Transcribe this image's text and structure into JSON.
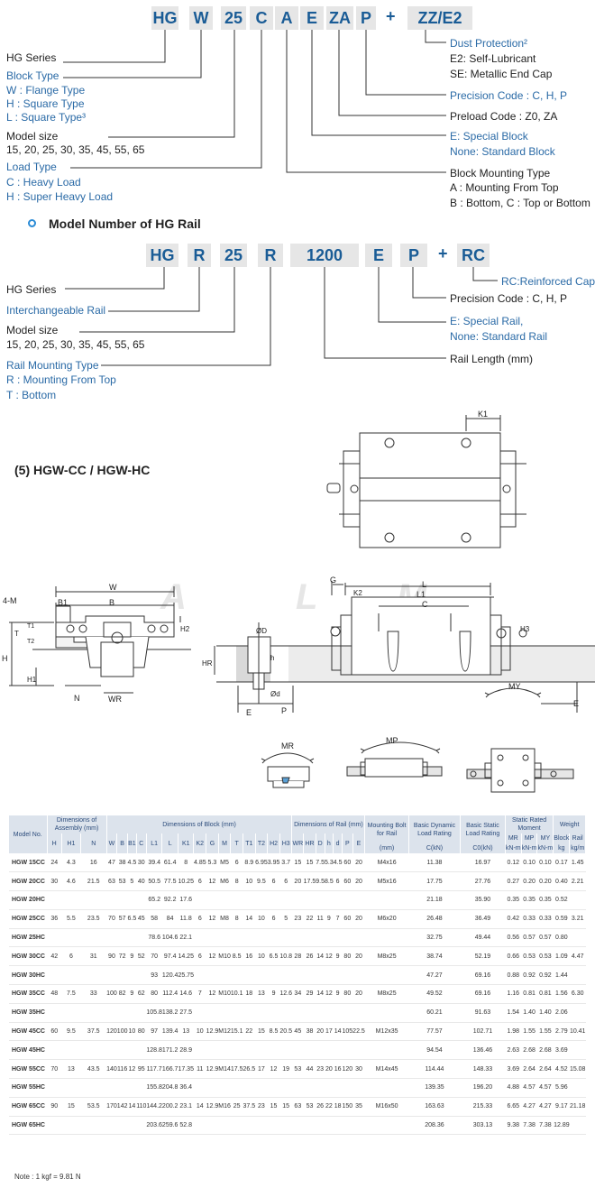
{
  "block_code": {
    "segments": [
      "HG",
      "W",
      "25",
      "C",
      "A",
      "E",
      "ZA",
      "P",
      "+",
      "ZZ/E2"
    ],
    "left_labels": {
      "series": "HG Series",
      "block_type_title": "Block  Type",
      "block_type_w": "W : Flange  Type",
      "block_type_h": "H : Square Type",
      "block_type_l": "L : Square Type³",
      "model_size_title": "Model size",
      "model_size_values": "15, 20, 25, 30, 35, 45, 55, 65",
      "load_type_title": "Load Type",
      "load_c": "C : Heavy Load",
      "load_h": "H : Super Heavy Load"
    },
    "right_labels": {
      "dust_title": "Dust Protection²",
      "dust_e2": "E2: Self-Lubricant",
      "dust_se": "SE: Metallic End Cap",
      "precision": "Precision Code : C, H, P",
      "preload": "Preload Code : Z0, ZA",
      "special_e": "E: Special Block",
      "special_none": "None: Standard Block",
      "mount_title": "Block Mounting Type",
      "mount_a": "A : Mounting From Top",
      "mount_bc": "B : Bottom, C : Top or Bottom"
    }
  },
  "rail_heading": "Model Number of HG Rail",
  "rail_code": {
    "segments": [
      "HG",
      "R",
      "25",
      "R",
      "1200",
      "E",
      "P",
      "+",
      "RC"
    ],
    "left_labels": {
      "series": "HG Series",
      "interchangeable": "Interchangeable Rail",
      "model_size_title": "Model size",
      "model_size_values": "15, 20, 25, 30, 35, 45, 55, 65",
      "mounting_title": "Rail Mounting Type",
      "mounting_r": "R : Mounting From Top",
      "mounting_t": "T : Bottom"
    },
    "right_labels": {
      "rc": "RC:Reinforced Cap",
      "precision": "Precision Code : C, H, P",
      "special_e": "E: Special Rail,",
      "special_none": "None: Standard Rail",
      "length": "Rail Length (mm)"
    }
  },
  "section_title": "(5) HGW-CC / HGW-HC",
  "drawing_labels": {
    "k1": "K1",
    "w": "W",
    "b": "B",
    "b1": "B1",
    "four_m": "4-M",
    "t": "T",
    "t1": "T1",
    "t2": "T2",
    "h": "H",
    "h1": "H1",
    "h2": "H2",
    "n": "N",
    "wr": "WR",
    "g": "G",
    "l": "L",
    "l1": "L1",
    "k2": "K2",
    "c": "C",
    "h3": "H3",
    "hr": "HR",
    "od_big": "ØD",
    "od_small": "Ød",
    "h_small": "h",
    "e": "E",
    "p": "P",
    "mr": "MR",
    "mp": "MP",
    "my": "MY"
  },
  "watermark": [
    "A",
    "L",
    "M"
  ],
  "table": {
    "group_headers": {
      "model": "Model No.",
      "assembly": "Dimensions of Assembly (mm)",
      "block": "Dimensions of Block (mm)",
      "rail": "Dimensions of Rail (mm)",
      "bolt": "Mounting Bolt for Rail",
      "dynamic": "Basic Dynamic Load Rating",
      "static": "Basic Static Load Rating",
      "moment": "Static Rated Moment",
      "weight": "Weight"
    },
    "sub_headers": [
      "H",
      "H1",
      "N",
      "W",
      "B",
      "B1",
      "C",
      "L1",
      "L",
      "K1",
      "K2",
      "G",
      "M",
      "T",
      "T1",
      "T2",
      "H2",
      "H3",
      "WR",
      "HR",
      "D",
      "h",
      "d",
      "P",
      "E",
      "(mm)",
      "C(kN)",
      "C0(kN)",
      "MR",
      "MP",
      "MY",
      "Block",
      "Rail"
    ],
    "unit_headers": [
      "kN-m",
      "kN-m",
      "kN-m",
      "kg",
      "kg/m"
    ],
    "rows": [
      [
        "HGW 15CC",
        "24",
        "4.3",
        "16",
        "47",
        "38",
        "4.5",
        "30",
        "39.4",
        "61.4",
        "8",
        "4.85",
        "5.3",
        "M5",
        "6",
        "8.9",
        "6.95",
        "3.95",
        "3.7",
        "15",
        "15",
        "7.5",
        "5.3",
        "4.5",
        "60",
        "20",
        "M4x16",
        "11.38",
        "16.97",
        "0.12",
        "0.10",
        "0.10",
        "0.17",
        "1.45"
      ],
      [
        "HGW 20CC",
        "30",
        "4.6",
        "21.5",
        "63",
        "53",
        "5",
        "40",
        "50.5",
        "77.5",
        "10.25",
        "6",
        "12",
        "M6",
        "8",
        "10",
        "9.5",
        "6",
        "6",
        "20",
        "17.5",
        "9.5",
        "8.5",
        "6",
        "60",
        "20",
        "M5x16",
        "17.75",
        "27.76",
        "0.27",
        "0.20",
        "0.20",
        "0.40",
        "2.21"
      ],
      [
        "HGW 20HC",
        "",
        "",
        "",
        "",
        "",
        "",
        "",
        "65.2",
        "92.2",
        "17.6",
        "",
        "",
        "",
        "",
        "",
        "",
        "",
        "",
        "",
        "",
        "",
        "",
        "",
        "",
        "",
        "",
        "21.18",
        "35.90",
        "0.35",
        "0.35",
        "0.35",
        "0.52",
        ""
      ],
      [
        "HGW 25CC",
        "36",
        "5.5",
        "23.5",
        "70",
        "57",
        "6.5",
        "45",
        "58",
        "84",
        "11.8",
        "6",
        "12",
        "M8",
        "8",
        "14",
        "10",
        "6",
        "5",
        "23",
        "22",
        "11",
        "9",
        "7",
        "60",
        "20",
        "M6x20",
        "26.48",
        "36.49",
        "0.42",
        "0.33",
        "0.33",
        "0.59",
        "3.21"
      ],
      [
        "HGW 25HC",
        "",
        "",
        "",
        "",
        "",
        "",
        "",
        "78.6",
        "104.6",
        "22.1",
        "",
        "",
        "",
        "",
        "",
        "",
        "",
        "",
        "",
        "",
        "",
        "",
        "",
        "",
        "",
        "",
        "32.75",
        "49.44",
        "0.56",
        "0.57",
        "0.57",
        "0.80",
        ""
      ],
      [
        "HGW 30CC",
        "42",
        "6",
        "31",
        "90",
        "72",
        "9",
        "52",
        "70",
        "97.4",
        "14.25",
        "6",
        "12",
        "M10",
        "8.5",
        "16",
        "10",
        "6.5",
        "10.8",
        "28",
        "26",
        "14",
        "12",
        "9",
        "80",
        "20",
        "M8x25",
        "38.74",
        "52.19",
        "0.66",
        "0.53",
        "0.53",
        "1.09",
        "4.47"
      ],
      [
        "HGW 30HC",
        "",
        "",
        "",
        "",
        "",
        "",
        "",
        "93",
        "120.4",
        "25.75",
        "",
        "",
        "",
        "",
        "",
        "",
        "",
        "",
        "",
        "",
        "",
        "",
        "",
        "",
        "",
        "",
        "47.27",
        "69.16",
        "0.88",
        "0.92",
        "0.92",
        "1.44",
        ""
      ],
      [
        "HGW 35CC",
        "48",
        "7.5",
        "33",
        "100",
        "82",
        "9",
        "62",
        "80",
        "112.4",
        "14.6",
        "7",
        "12",
        "M10",
        "10.1",
        "18",
        "13",
        "9",
        "12.6",
        "34",
        "29",
        "14",
        "12",
        "9",
        "80",
        "20",
        "M8x25",
        "49.52",
        "69.16",
        "1.16",
        "0.81",
        "0.81",
        "1.56",
        "6.30"
      ],
      [
        "HGW 35HC",
        "",
        "",
        "",
        "",
        "",
        "",
        "",
        "105.8",
        "138.2",
        "27.5",
        "",
        "",
        "",
        "",
        "",
        "",
        "",
        "",
        "",
        "",
        "",
        "",
        "",
        "",
        "",
        "",
        "60.21",
        "91.63",
        "1.54",
        "1.40",
        "1.40",
        "2.06",
        ""
      ],
      [
        "HGW 45CC",
        "60",
        "9.5",
        "37.5",
        "120",
        "100",
        "10",
        "80",
        "97",
        "139.4",
        "13",
        "10",
        "12.9",
        "M12",
        "15.1",
        "22",
        "15",
        "8.5",
        "20.5",
        "45",
        "38",
        "20",
        "17",
        "14",
        "105",
        "22.5",
        "M12x35",
        "77.57",
        "102.71",
        "1.98",
        "1.55",
        "1.55",
        "2.79",
        "10.41"
      ],
      [
        "HGW 45HC",
        "",
        "",
        "",
        "",
        "",
        "",
        "",
        "128.8",
        "171.2",
        "28.9",
        "",
        "",
        "",
        "",
        "",
        "",
        "",
        "",
        "",
        "",
        "",
        "",
        "",
        "",
        "",
        "",
        "94.54",
        "136.46",
        "2.63",
        "2.68",
        "2.68",
        "3.69",
        ""
      ],
      [
        "HGW 55CC",
        "70",
        "13",
        "43.5",
        "140",
        "116",
        "12",
        "95",
        "117.7",
        "166.7",
        "17.35",
        "11",
        "12.9",
        "M14",
        "17.5",
        "26.5",
        "17",
        "12",
        "19",
        "53",
        "44",
        "23",
        "20",
        "16",
        "120",
        "30",
        "M14x45",
        "114.44",
        "148.33",
        "3.69",
        "2.64",
        "2.64",
        "4.52",
        "15.08"
      ],
      [
        "HGW 55HC",
        "",
        "",
        "",
        "",
        "",
        "",
        "",
        "155.8",
        "204.8",
        "36.4",
        "",
        "",
        "",
        "",
        "",
        "",
        "",
        "",
        "",
        "",
        "",
        "",
        "",
        "",
        "",
        "",
        "139.35",
        "196.20",
        "4.88",
        "4.57",
        "4.57",
        "5.96",
        ""
      ],
      [
        "HGW 65CC",
        "90",
        "15",
        "53.5",
        "170",
        "142",
        "14",
        "110",
        "144.2",
        "200.2",
        "23.1",
        "14",
        "12.9",
        "M16",
        "25",
        "37.5",
        "23",
        "15",
        "15",
        "63",
        "53",
        "26",
        "22",
        "18",
        "150",
        "35",
        "M16x50",
        "163.63",
        "215.33",
        "6.65",
        "4.27",
        "4.27",
        "9.17",
        "21.18"
      ],
      [
        "HGW 65HC",
        "",
        "",
        "",
        "",
        "",
        "",
        "",
        "203.6",
        "259.6",
        "52.8",
        "",
        "",
        "",
        "",
        "",
        "",
        "",
        "",
        "",
        "",
        "",
        "",
        "",
        "",
        "",
        "",
        "208.36",
        "303.13",
        "9.38",
        "7.38",
        "7.38",
        "12.89",
        ""
      ]
    ]
  },
  "note": "Note : 1 kgf = 9.81 N",
  "colors": {
    "blue": "#2a6aa6",
    "code_blue": "#1a5c96",
    "code_bg": "#e6e6e6",
    "header_bg": "#dce3ec",
    "drawing_gray": "#d9d9d9"
  }
}
